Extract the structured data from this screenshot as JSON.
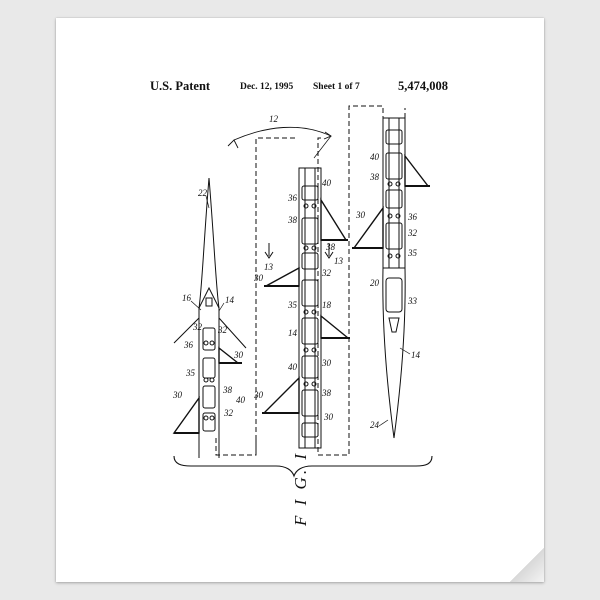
{
  "header": {
    "patent_label": "U.S. Patent",
    "date": "Dec. 12, 1995",
    "sheet": "Sheet 1 of 7",
    "patent_number": "5,474,008"
  },
  "figure": {
    "caption": "F I G. I"
  },
  "callouts": {
    "c22": "22",
    "c16": "16",
    "c14a": "14",
    "c32a": "32",
    "c32b": "32",
    "c36a": "36",
    "c30a": "30",
    "c35a": "35",
    "c30b": "30",
    "c38a": "38",
    "c40a": "40",
    "c32c": "32",
    "c12": "12",
    "c40b": "40",
    "c36b": "36",
    "c38b": "38",
    "c38c": "38",
    "c13a": "13",
    "c30c": "30",
    "c13b": "13",
    "c32d": "32",
    "c35b": "35",
    "c18": "18",
    "c14b": "14",
    "c30d": "30",
    "c40c": "40",
    "c38d": "38",
    "c30e": "30",
    "c30f": "30",
    "c40d": "40",
    "c38e": "38",
    "c30g": "30",
    "c36c": "36",
    "c32e": "32",
    "c35c": "35",
    "c20": "20",
    "c33": "33",
    "c14c": "14",
    "c24": "24"
  }
}
